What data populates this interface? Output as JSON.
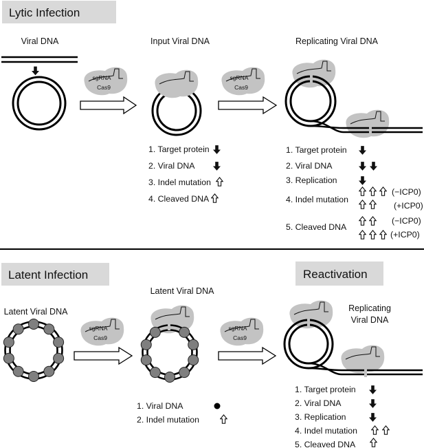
{
  "sections": {
    "lytic": {
      "header": "Lytic Infection",
      "viral_dna_label": "Viral DNA",
      "input_label": "Input Viral DNA",
      "replicating_label": "Replicating Viral DNA",
      "input_list": [
        {
          "label": "1. Target protein",
          "indicator": "down-arrow"
        },
        {
          "label": "2. Viral DNA",
          "indicator": "down-arrow"
        },
        {
          "label": "3. Indel mutation",
          "indicator": "up-arrow"
        },
        {
          "label": "4. Cleaved DNA",
          "indicator": "up-arrow"
        }
      ],
      "replicating_list": {
        "target_protein": "1. Target protein",
        "viral_dna": "2. Viral DNA",
        "replication": "3. Replication",
        "indel_mutation": "4. Indel mutation",
        "indel_minus_icp0": "(−ICP0)",
        "indel_plus_icp0": "(+ICP0)",
        "cleaved_dna": "5. Cleaved DNA",
        "cleaved_minus_icp0": "(−ICP0)",
        "cleaved_plus_icp0": "(+ICP0)"
      }
    },
    "latent": {
      "header": "Latent Infection",
      "latent_dna_label": "Latent Viral DNA",
      "latent_dna_label_2": "Latent Viral DNA",
      "list": [
        {
          "label": "1. Viral DNA",
          "indicator": "dot"
        },
        {
          "label": "2. Indel mutation",
          "indicator": "up-arrow"
        }
      ]
    },
    "reactivation": {
      "header": "Reactivation",
      "replicating_line1": "Replicating",
      "replicating_line2": "Viral DNA",
      "list": [
        {
          "label": "1. Target protein",
          "indicator": "down-arrow"
        },
        {
          "label": "2. Viral DNA",
          "indicator": "down-arrow"
        },
        {
          "label": "3. Replication",
          "indicator": "down-arrow"
        },
        {
          "label": "4. Indel mutation",
          "indicator": "two-up-arrows"
        },
        {
          "label": "5. Cleaved DNA",
          "indicator": "up-arrow"
        }
      ]
    }
  },
  "enzyme": {
    "sgrna": "sgRNA",
    "cas9": "Cas9"
  },
  "colors": {
    "header_bg": "#d9d9d9",
    "protein_fill": "#c3c3c3",
    "nucleosome_fill": "#7f7f7f",
    "ink": "#000000"
  }
}
